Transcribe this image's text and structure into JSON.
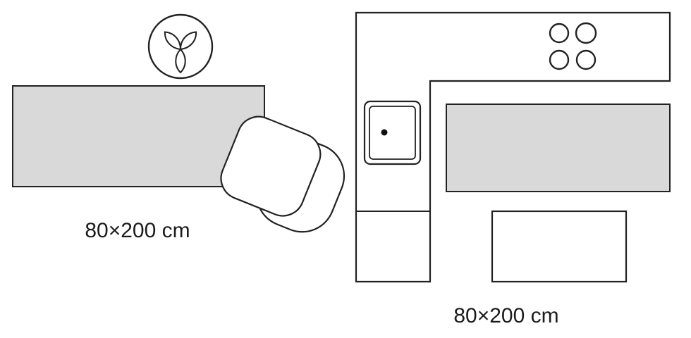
{
  "diagram": {
    "left_scene": {
      "label": "80×200 cm",
      "items": [
        "plant",
        "rug",
        "chair"
      ]
    },
    "right_scene": {
      "label": "80×200 cm",
      "items": [
        "kitchen-counter",
        "hob-burners",
        "sink",
        "rug",
        "table"
      ]
    },
    "colors": {
      "rug_fill": "#d9d9d9",
      "outline": "#222222",
      "background": "#ffffff"
    }
  }
}
